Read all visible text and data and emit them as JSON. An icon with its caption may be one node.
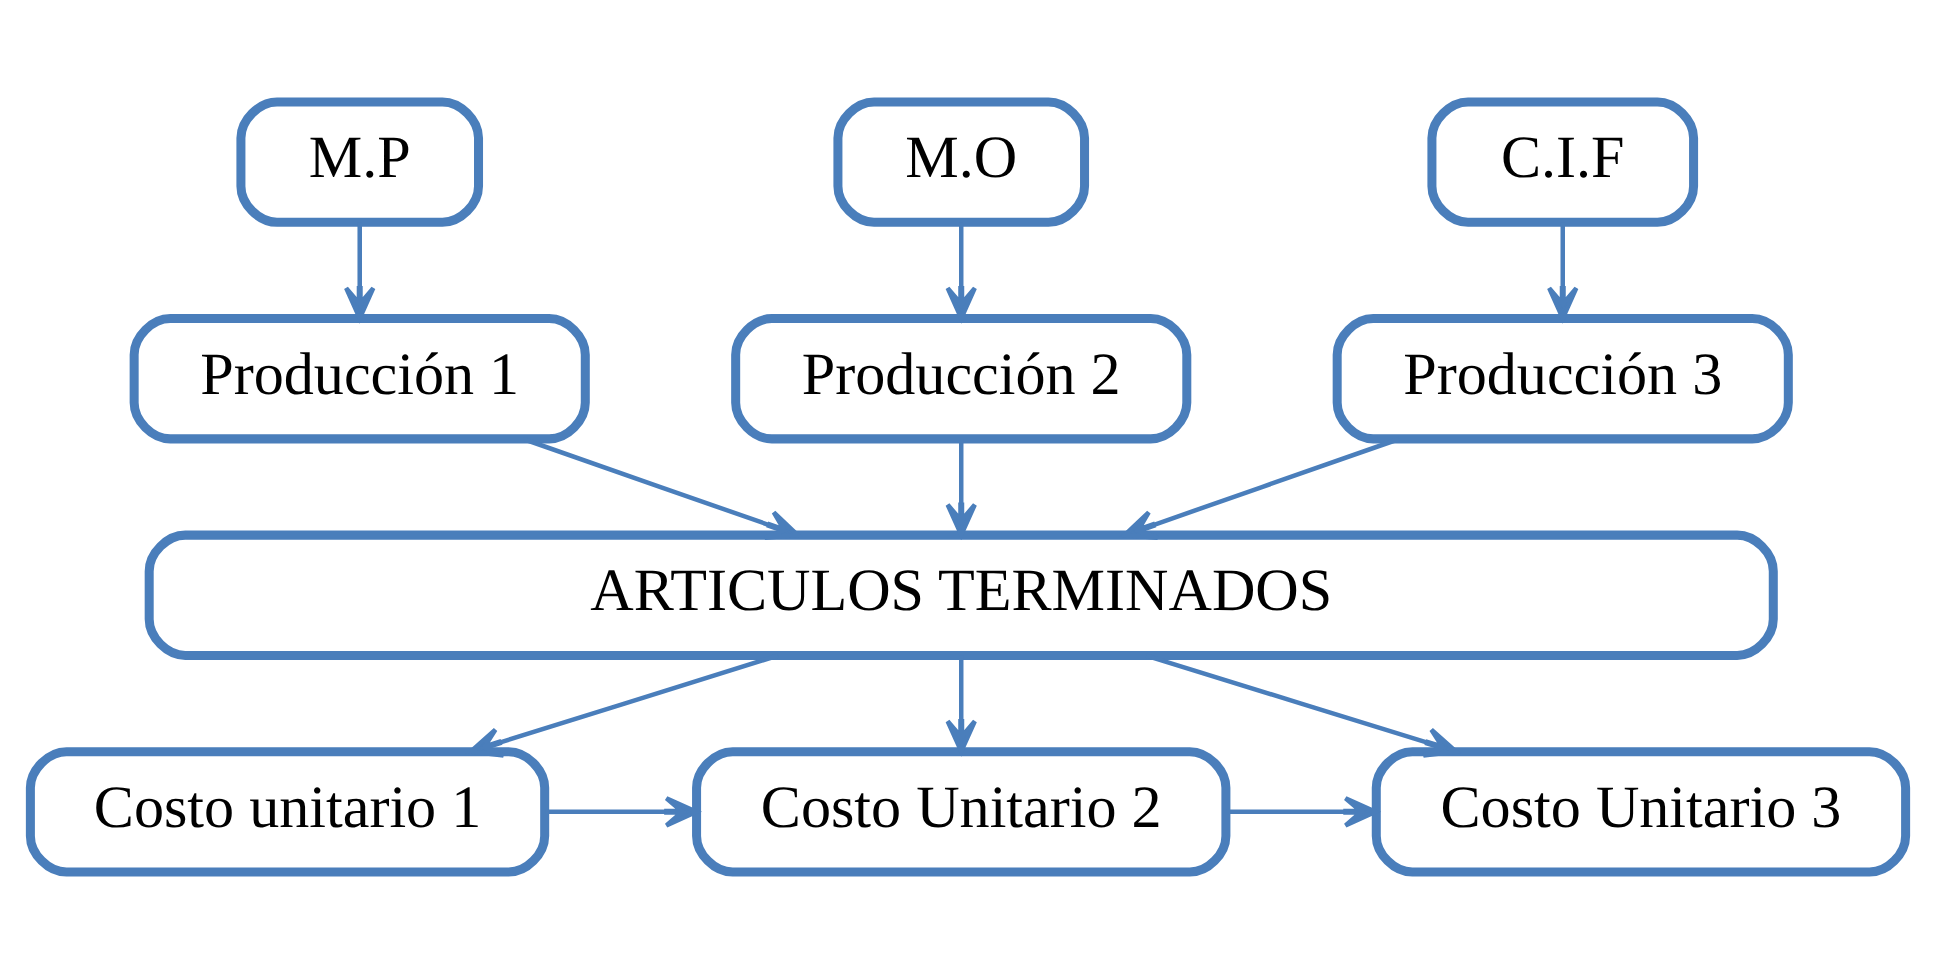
{
  "diagram": {
    "nodes": [
      {
        "text": [
          "M.P"
        ]
      },
      {
        "text": [
          "M.O"
        ]
      },
      {
        "text": [
          "C.I.F"
        ]
      },
      {
        "text": [
          "Producción 1"
        ]
      },
      {
        "text": [
          "Producción 2"
        ]
      },
      {
        "text": [
          "Producción 3"
        ]
      },
      {
        "text": [
          "ARTICULOS TERMINADOS"
        ]
      },
      {
        "text": [
          "Costo unitario 1"
        ]
      },
      {
        "text": [
          "Costo Unitario 2"
        ]
      },
      {
        "text": [
          "Costo Unitario 3"
        ]
      }
    ],
    "edges": [
      {
        "from": 0,
        "to": 3,
        "arrow": "to"
      },
      {
        "from": 1,
        "to": 4,
        "arrow": "to"
      },
      {
        "from": 2,
        "to": 5,
        "arrow": "to"
      },
      {
        "from": 3,
        "to": 6,
        "arrow": "to"
      },
      {
        "from": 4,
        "to": 6,
        "arrow": "to"
      },
      {
        "from": 5,
        "to": 6,
        "arrow": "to"
      },
      {
        "from": 6,
        "to": 7,
        "arrow": "to"
      },
      {
        "from": 6,
        "to": 8,
        "arrow": "to"
      },
      {
        "from": 6,
        "to": 9,
        "arrow": "to"
      },
      {
        "from": 7,
        "to": 8,
        "arrow": "to"
      },
      {
        "from": 8,
        "to": 9,
        "arrow": "to"
      }
    ]
  }
}
